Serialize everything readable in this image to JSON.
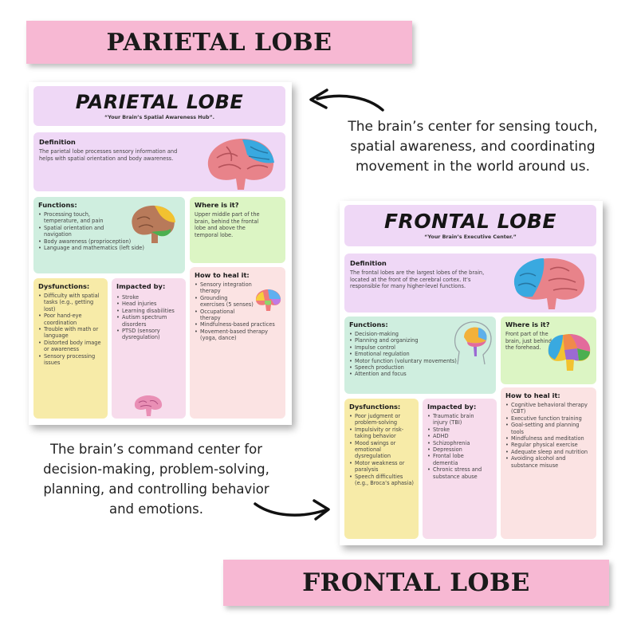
{
  "banners": {
    "top": "PARIETAL LOBE",
    "bottom": "FRONTAL LOBE"
  },
  "captions": {
    "parietal": "The brain’s center for sensing touch, spatial awareness, and coordinating movement in the world around us.",
    "frontal": "The brain’s command center for decision-making, problem-solving, planning, and controlling behavior and emotions."
  },
  "parietal": {
    "title": "PARIETAL LOBE",
    "subtitle": "“Your Brain’s Spatial Awareness Hub”.",
    "definition_heading": "Definition",
    "definition_text": "The parietal lobe processes sensory information and helps with spatial orientation and body awareness.",
    "functions_heading": "Functions:",
    "functions": [
      "Processing touch, temperature, and pain",
      "Spatial orientation and navigation",
      "Body awareness (proprioception)",
      "Language and mathematics (left side)"
    ],
    "where_heading": "Where is it?",
    "where_text": "Upper middle part of the brain, behind the frontal lobe and above the temporal lobe.",
    "dysfunctions_heading": "Dysfunctions:",
    "dysfunctions": [
      "Difficulty with spatial tasks (e.g., getting lost)",
      "Poor hand-eye coordination",
      "Trouble with math or language",
      "Distorted body image or awareness",
      "Sensory processing issues"
    ],
    "impacted_heading": "Impacted by:",
    "impacted": [
      "Stroke",
      "Head injuries",
      "Learning disabilities",
      "Autism spectrum disorders",
      "PTSD (sensory dysregulation)"
    ],
    "heal_heading": "How to heal it:",
    "heal": [
      "Sensory integration therapy",
      "Grounding exercises (5 senses)",
      "Occupational therapy",
      "Mindfulness-based practices",
      "Movement-based therapy (yoga, dance)"
    ]
  },
  "frontal": {
    "title": "FRONTAL LOBE",
    "subtitle": "“Your Brain’s Executive Center.”",
    "definition_heading": "Definition",
    "definition_text": "The frontal lobes are the largest lobes of the brain, located at the front of the cerebral cortex. It’s responsible for many higher-level functions.",
    "functions_heading": "Functions:",
    "functions": [
      "Decision-making",
      "Planning and organizing",
      "Impulse control",
      "Emotional regulation",
      "Motor function (voluntary movements)",
      "Speech production",
      "Attention and focus"
    ],
    "where_heading": "Where is it?",
    "where_text": "Front part of the brain, just behind the forehead.",
    "dysfunctions_heading": "Dysfunctions:",
    "dysfunctions": [
      "Poor judgment or problem-solving",
      "Impulsivity or risk-taking behavior",
      "Mood swings or emotional dysregulation",
      "Motor weakness or paralysis",
      "Speech difficulties (e.g., Broca’s aphasia)"
    ],
    "impacted_heading": "Impacted by:",
    "impacted": [
      "Traumatic brain injury (TBI)",
      "Stroke",
      "ADHD",
      "Schizophrenia",
      "Depression",
      "Frontal lobe dementia",
      "Chronic stress and substance abuse"
    ],
    "heal_heading": "How to heal it:",
    "heal": [
      "Cognitive behavioral therapy (CBT)",
      "Executive function training",
      "Goal-setting and planning tools",
      "Mindfulness and meditation",
      "Regular physical exercise",
      "Adequate sleep and nutrition",
      "Avoiding alcohol and substance misuse"
    ]
  },
  "colors": {
    "banner": "#f7b8d3",
    "lavender": "#efd8f6",
    "green": "#cfeedf",
    "lime": "#dcf5c4",
    "yellow": "#f7eba8",
    "pink": "#f7dcec",
    "peach": "#fbe3e3",
    "brain_pink": "#e8838a",
    "brain_blue": "#39a9e0",
    "brain_red": "#d94a4a"
  },
  "icons": [
    "curved-arrow-icon",
    "brain-icon",
    "head-silhouette-icon",
    "rainbow-brain-icon"
  ]
}
